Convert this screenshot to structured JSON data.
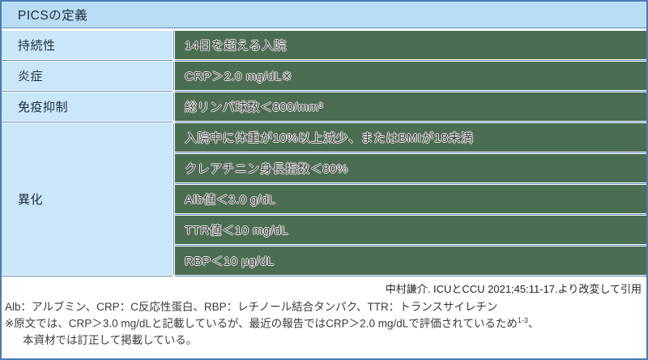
{
  "table": {
    "header": "PICSの定義",
    "rows": [
      {
        "label": "持続性",
        "values": [
          "14日を超える入院"
        ]
      },
      {
        "label": "炎症",
        "values": [
          "CRP＞2.0 mg/dL※"
        ]
      },
      {
        "label": "免疫抑制",
        "values": [
          "総リンパ球数＜800/mm³"
        ]
      },
      {
        "label": "異化",
        "values": [
          "入院中に体重が10%以上減少、またはBMIが18未満",
          "クレアチニン身長指数＜80%",
          "Alb値＜3.0 g/dL",
          "TTR値＜10 mg/dL",
          "RBP＜10 μg/dL"
        ]
      }
    ]
  },
  "citation": "中村謙介. ICUとCCU 2021;45:11-17.より改変して引用",
  "footnotes": {
    "abbreviations": "Alb：アルブミン、CRP：C反応性蛋白、RBP：レチノール結合タンパク、TTR：トランスサイレチン",
    "note_main": "※原文では、CRP＞3.0 mg/dLと記載しているが、最近の報告ではCRP＞2.0 mg/dLで評価されているため",
    "note_sup": "1-3",
    "note_tail": "、",
    "note_line2": "本資材では訂正して掲載している。"
  },
  "colors": {
    "outer_border": "#4a7cb5",
    "divider_blue": "#5d8cc0",
    "header_bg": "#b9ddf4",
    "label_bg": "#c9e7f9",
    "value_bg": "#4b6d51",
    "label_text": "#1e2b3a",
    "note_text": "#3b3b3b"
  }
}
